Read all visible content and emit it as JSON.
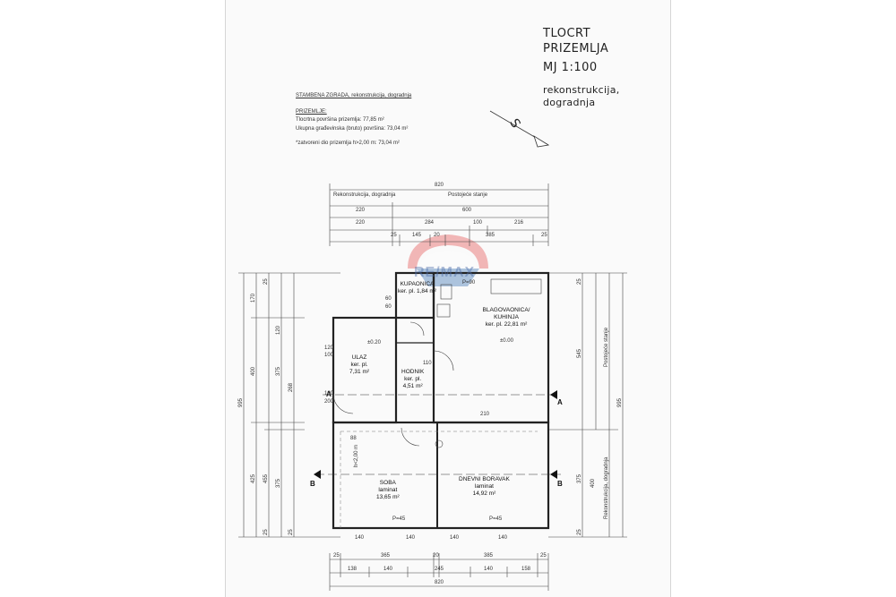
{
  "title": {
    "line1": "TLOCRT",
    "line2": "PRIZEMLJA",
    "scale": "MJ 1:100",
    "desc1": "rekonstrukcija,",
    "desc2": "dogradnja"
  },
  "notes": {
    "building": "STAMBENA ZGRADA, rekonstrukcija, dogradnja",
    "floor": "PRIZEMLJE:",
    "area1": "Tlocrtna površina prizemlja: 77,85 m²",
    "area2": "Ukupna građevinska (bruto) površina: 73,04 m²",
    "area3": "*zatvoreni dio prizemlja h>2,00 m: 73,04 m²"
  },
  "north_label": "S",
  "watermark": "RE/MAX",
  "rooms": [
    {
      "name": "KUPAONICA",
      "floor": "ker. pl.",
      "area": "1,84 m²"
    },
    {
      "name": "BLAGOVAONICA/ KUHINJA",
      "floor": "ker. pl.",
      "area": "22,81 m²"
    },
    {
      "name": "ULAZ",
      "floor": "ker. pl.",
      "area": "7,31 m²"
    },
    {
      "name": "HODNIK",
      "floor": "ker. pl.",
      "area": "4,51 m²"
    },
    {
      "name": "SOBA",
      "floor": "laminat",
      "area": "13,65 m²"
    },
    {
      "name": "DNEVNI BORAVAK",
      "floor": "laminat",
      "area": "14,92 m²"
    }
  ],
  "top_dims": {
    "total": "820",
    "labels": [
      "Rekonstrukcija, dogradnja",
      "Postojeće stanje"
    ],
    "row2": [
      "220",
      "600"
    ],
    "row3": [
      "220",
      "284",
      "100",
      "216"
    ],
    "row4": [
      "25",
      "145",
      "20",
      "385",
      "25"
    ]
  },
  "bottom_dims": {
    "row1": [
      "25",
      "365",
      "20",
      "385",
      "25"
    ],
    "row2": [
      "138",
      "140",
      "245",
      "140",
      "158"
    ],
    "total": "820"
  },
  "small_labels": {
    "p90": "P=90",
    "p45": "P=45",
    "p45b": "P=45",
    "h020": "±0.20",
    "h000": "±0.00",
    "d60a": "60",
    "d60b": "60",
    "d120": "120",
    "d100": "100",
    "d110": "110",
    "d210": "210",
    "d100b": "100",
    "d200": "200",
    "d88": "88",
    "h200": "h<2,00 m",
    "b1": "140",
    "b2": "140",
    "b3": "140",
    "b4": "140"
  },
  "left_dims": {
    "outer": "995",
    "col1": [
      "170",
      "400",
      "425"
    ],
    "col2": [
      "25",
      "455",
      "25"
    ],
    "col3": [
      "120",
      "375",
      "375"
    ],
    "col4": [
      "268",
      "25"
    ]
  },
  "right_dims": {
    "outer": "995",
    "col1": [
      "25",
      "545",
      "375",
      "25"
    ],
    "existing": "Postojeće stanje",
    "recon": "Rekonstrukcija, dogradnja",
    "r400": "400"
  },
  "sections": {
    "a": "A",
    "b": "B"
  }
}
